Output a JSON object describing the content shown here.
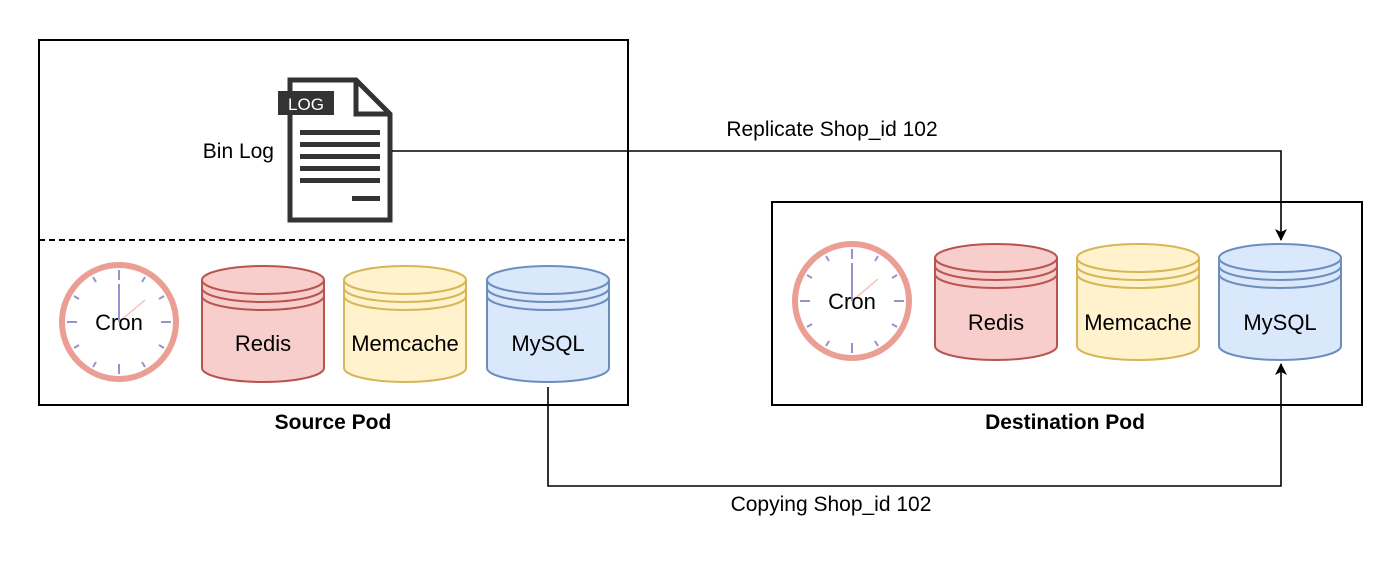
{
  "source_pod": {
    "title": "Source Pod",
    "bin_log_label": "Bin Log",
    "log_badge": "LOG",
    "components": {
      "cron": "Cron",
      "redis": "Redis",
      "memcache": "Memcache",
      "mysql": "MySQL"
    }
  },
  "destination_pod": {
    "title": "Destination Pod",
    "components": {
      "cron": "Cron",
      "redis": "Redis",
      "memcache": "Memcache",
      "mysql": "MySQL"
    }
  },
  "edges": {
    "replicate": "Replicate Shop_id 102",
    "copying": "Copying Shop_id 102"
  },
  "colors": {
    "clock_ring": "#EA9E94",
    "clock_ticks": "#9A92CC",
    "redis_fill": "#F8CECC",
    "redis_stroke": "#B85450",
    "memcache_fill": "#FFF2CC",
    "memcache_stroke": "#D6B656",
    "mysql_fill": "#DAE8FC",
    "mysql_stroke": "#6C8EBF"
  }
}
